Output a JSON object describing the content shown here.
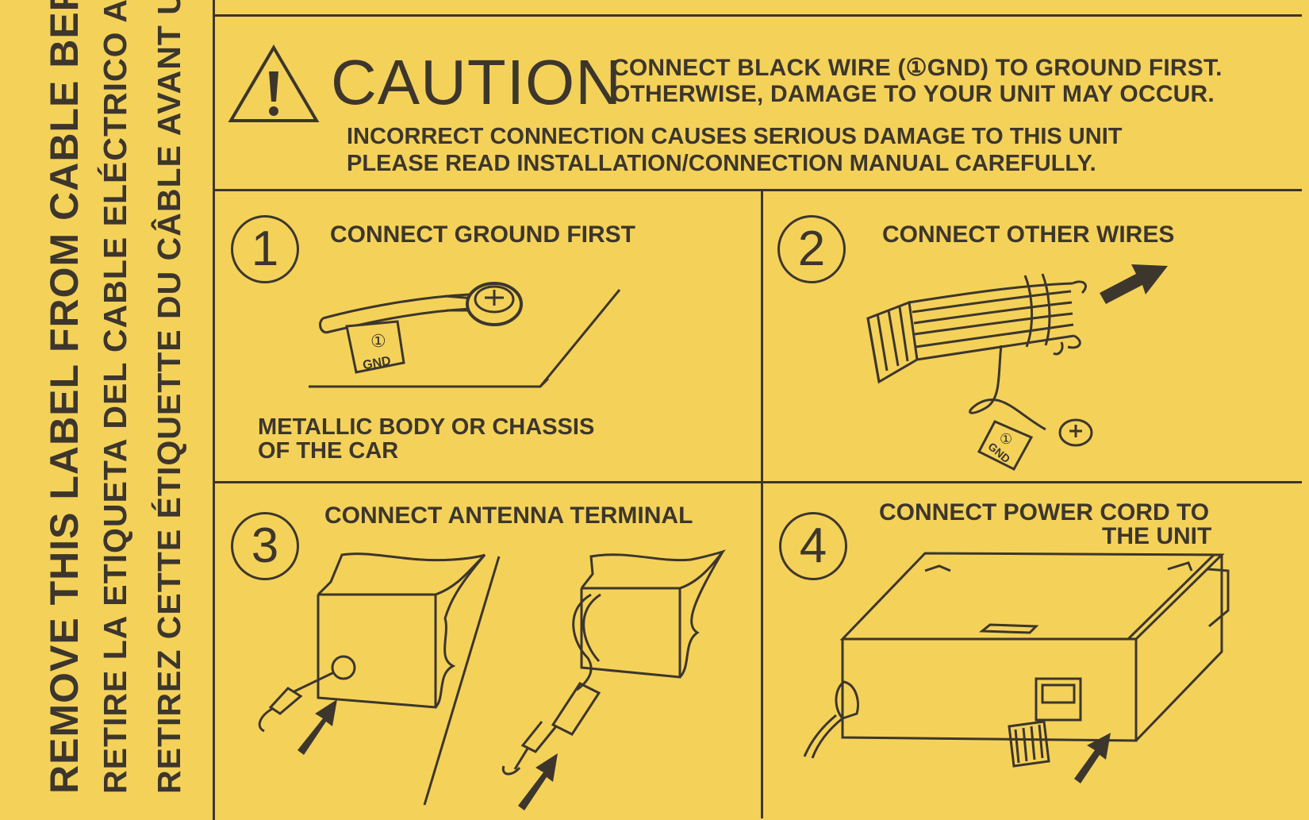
{
  "side_labels": {
    "english": "REMOVE THIS LABEL FROM CABLE BEFORE USE.",
    "spanish": "RETIRE LA ETIQUETA DEL CABLE ELÉCTRICO ANTES DE USAR.",
    "french": "RETIREZ CETTE ÉTIQUETTE DU CÂBLE AVANT UTILISATION."
  },
  "caution": {
    "heading": "CAUTION",
    "line1": "CONNECT BLACK WIRE (①GND) TO GROUND FIRST.",
    "line2": "OTHERWISE, DAMAGE TO YOUR UNIT MAY OCCUR.",
    "line3": "INCORRECT CONNECTION CAUSES SERIOUS DAMAGE TO THIS UNIT",
    "line4": "PLEASE READ INSTALLATION/CONNECTION MANUAL CAREFULLY."
  },
  "steps": [
    {
      "number": "1",
      "title": "CONNECT GROUND FIRST",
      "caption_line1": "METALLIC BODY OR CHASSIS",
      "caption_line2": "OF THE CAR",
      "tag_num": "①",
      "tag_text": "GND"
    },
    {
      "number": "2",
      "title": "CONNECT OTHER WIRES",
      "tag_num": "①",
      "tag_text": "GND"
    },
    {
      "number": "3",
      "title": "CONNECT ANTENNA TERMINAL"
    },
    {
      "number": "4",
      "title_line1": "CONNECT POWER CORD TO",
      "title_line2": "THE UNIT"
    }
  ],
  "icons": [
    "warning-triangle-icon",
    "arrow-icon"
  ],
  "colors": {
    "paper": "#f4d25a",
    "ink": "#3d362c"
  }
}
